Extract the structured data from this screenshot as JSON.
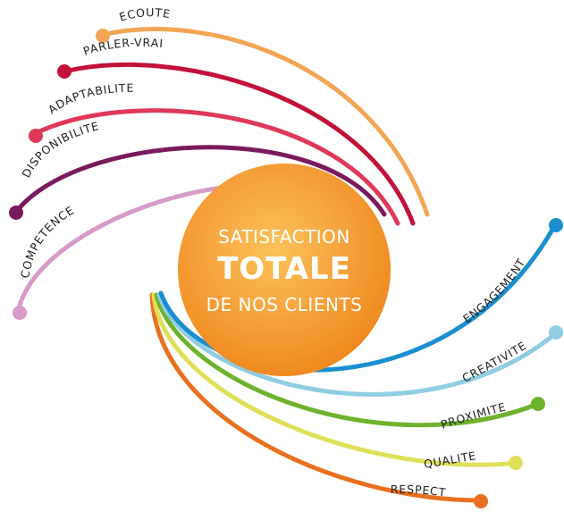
{
  "center": {
    "line1": "SATISFACTION",
    "line2": "TOTALE",
    "line3": "DE NOS CLIENTS"
  },
  "branches": [
    {
      "label": "ECOUTE",
      "color": "#f2a654"
    },
    {
      "label": "PARLER-VRAI",
      "color": "#c2123a"
    },
    {
      "label": "ADAPTABILITE",
      "color": "#e0385a"
    },
    {
      "label": "DISPONIBILITE",
      "color": "#7a1a5e"
    },
    {
      "label": "COMPETENCE",
      "color": "#d79ac9"
    },
    {
      "label": "ENGAGEMENT",
      "color": "#1a8fd0"
    },
    {
      "label": "CREATIVITE",
      "color": "#8fcde3"
    },
    {
      "label": "PROXIMITE",
      "color": "#6db22b"
    },
    {
      "label": "QUALITE",
      "color": "#dfe05a"
    },
    {
      "label": "RESPECT",
      "color": "#e8701e"
    }
  ]
}
